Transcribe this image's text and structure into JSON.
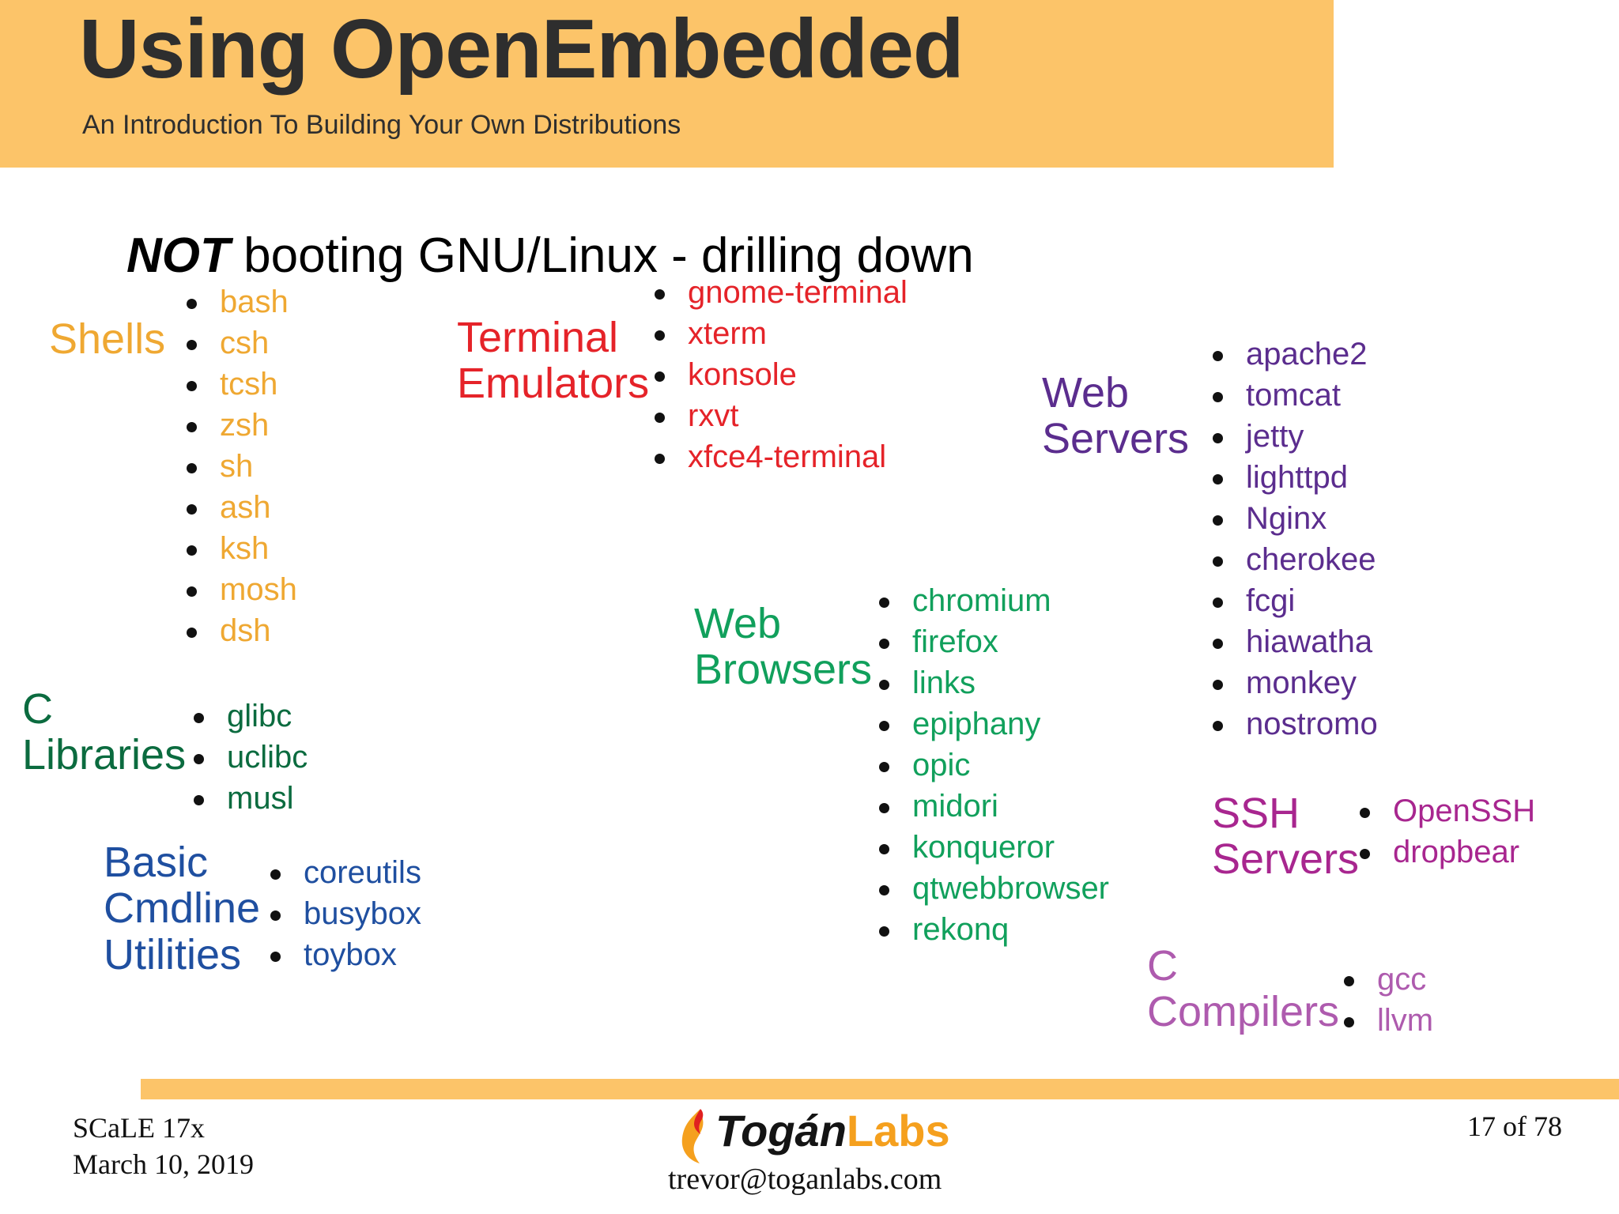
{
  "header": {
    "title": "Using OpenEmbedded",
    "subtitle": "An Introduction To Building Your Own Distributions",
    "band_color": "#FCC469",
    "title_color": "#2E2E2E"
  },
  "body": {
    "headline_emphasis": "NOT",
    "headline_rest": " booting GNU/Linux - drilling down"
  },
  "groups": [
    {
      "id": "shells",
      "label": "Shells",
      "color": "#EFA832",
      "items": [
        "bash",
        "csh",
        "tcsh",
        "zsh",
        "sh",
        "ash",
        "ksh",
        "mosh",
        "dsh"
      ]
    },
    {
      "id": "terminals",
      "label": "Terminal\nEmulators",
      "color": "#E52329",
      "items": [
        "gnome-terminal",
        "xterm",
        "konsole",
        "rxvt",
        "xfce4-terminal"
      ]
    },
    {
      "id": "webservers",
      "label": "Web\nServers",
      "color": "#5B2D8E",
      "items": [
        "apache2",
        "tomcat",
        "jetty",
        "lighttpd",
        "Nginx",
        "cherokee",
        "fcgi",
        "hiawatha",
        "monkey",
        "nostromo"
      ]
    },
    {
      "id": "clibs",
      "label": "C\nLibraries",
      "color": "#0B6B3F",
      "items": [
        "glibc",
        "uclibc",
        "musl"
      ]
    },
    {
      "id": "webbrowsers",
      "label": "Web\nBrowsers",
      "color": "#11A05C",
      "items": [
        "chromium",
        "firefox",
        "links",
        "epiphany",
        "opic",
        "midori",
        "konqueror",
        "qtwebbrowser",
        "rekonq"
      ]
    },
    {
      "id": "cmdline",
      "label": "Basic\nCmdline\nUtilities",
      "color": "#1F4FA0",
      "items": [
        "coreutils",
        "busybox",
        "toybox"
      ]
    },
    {
      "id": "ssh",
      "label": "SSH\nServers",
      "color": "#A8268F",
      "items": [
        "OpenSSH",
        "dropbear"
      ]
    },
    {
      "id": "ccompilers",
      "label": "C\nCompilers",
      "color": "#AE5BAE",
      "items": [
        "gcc",
        "llvm"
      ]
    }
  ],
  "footer": {
    "left_text": "SCaLE 17x\nMarch 10, 2019",
    "page_label": "17 of 78",
    "band_color": "#FCC469",
    "logo": {
      "name_dark": "Togán",
      "name_accent": "Labs",
      "email": "trevor@toganlabs.com",
      "accent_color": "#F5A01E"
    }
  }
}
